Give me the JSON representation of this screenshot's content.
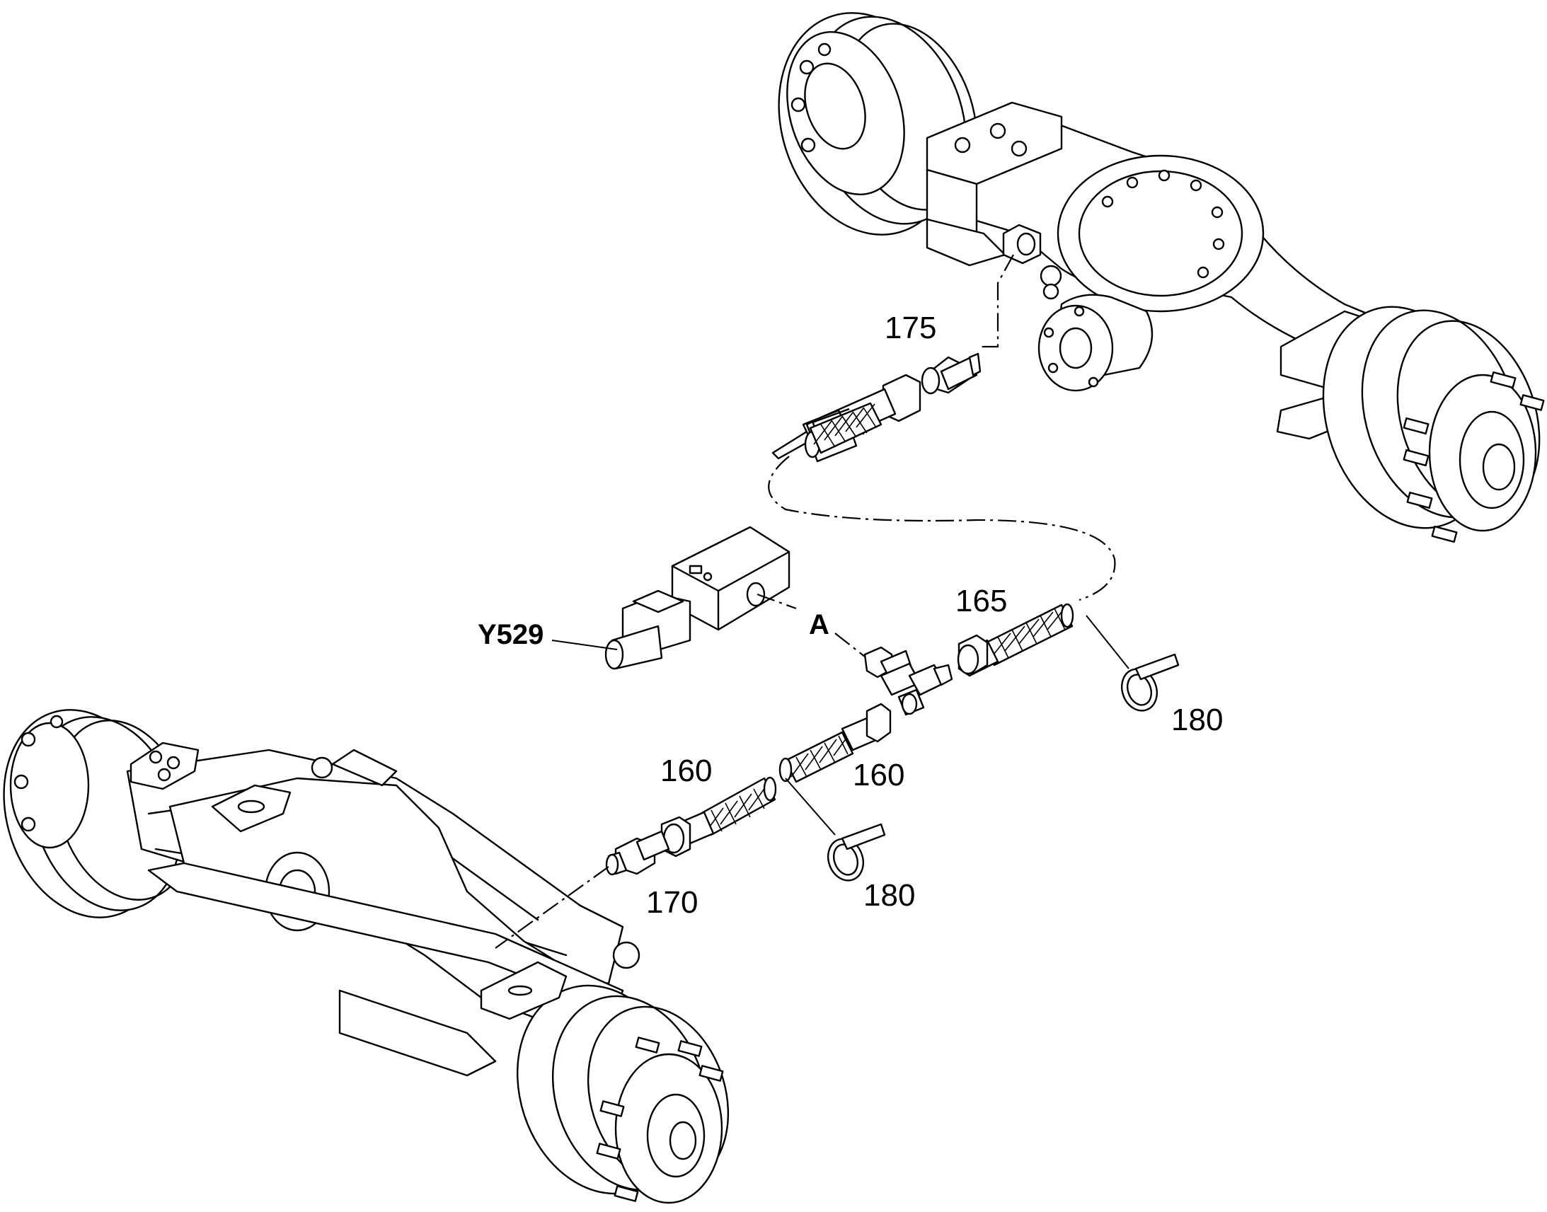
{
  "callouts": {
    "p175": "175",
    "p165": "165",
    "p160_left": "160",
    "p160_right": "160",
    "p170": "170",
    "p180_left": "180",
    "p180_right": "180",
    "y529": "Y529",
    "a": "A"
  },
  "icons": {
    "rear_axle": "rear-axle-assembly",
    "front_axle": "front-axle-assembly",
    "valve": "solenoid-valve",
    "hose": "braided-hose",
    "fitting": "adapter-fitting",
    "clamp": "cable-tie-clamp"
  }
}
